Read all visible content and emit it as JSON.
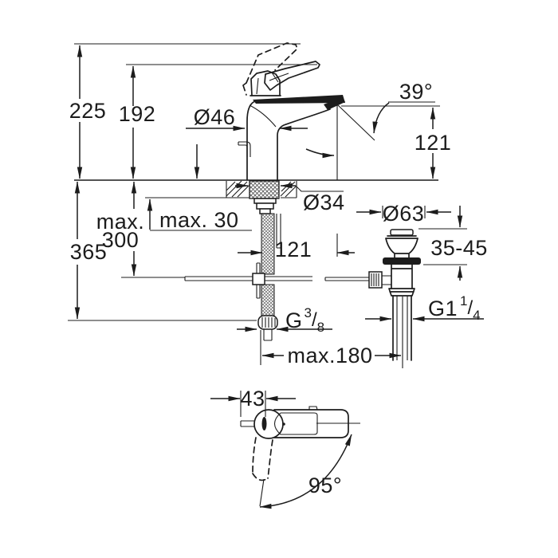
{
  "title": "Single-lever basin mixer technical dimension drawing",
  "colors": {
    "line": "#1c1c1c",
    "background": "#ffffff"
  },
  "labels": {
    "overall_height": "225",
    "body_height": "192",
    "base_diameter": "Ø46",
    "spout_angle": "39°",
    "spout_height": "121",
    "shank_diameter": "Ø34",
    "hose_max_prefix": "max.",
    "hose_max_value": "300",
    "deck_max_thickness": "max. 30",
    "hose_length": "365",
    "spout_reach": "121",
    "waste_flange_diameter": "Ø63",
    "waste_deck_range": "35-45",
    "waste_thread_prefix": "G1",
    "waste_thread_sup": "1",
    "waste_thread_slash": "/",
    "waste_thread_sub": "4",
    "supply_thread_prefix": "G",
    "supply_thread_sup": "3",
    "supply_thread_slash": "/",
    "supply_thread_sub": "8",
    "max_center_distance": "max.180",
    "handle_width": "43",
    "handle_swivel_angle": "95°"
  }
}
